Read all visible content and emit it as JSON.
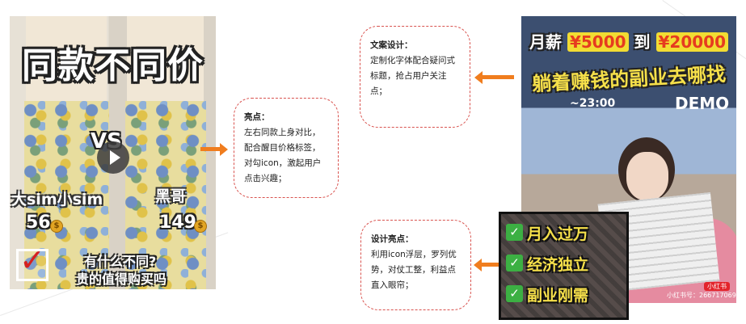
{
  "left_thumb": {
    "title": "同款不同价",
    "vs_label": "VS",
    "left_name": "大sim小sim",
    "right_name": "黑哥",
    "left_price": "56",
    "right_price": "149",
    "coin_symbol": "$",
    "question_line1": "有什么不同?",
    "question_line2": "贵的值得购买吗"
  },
  "card_highlight": {
    "heading": "亮点：",
    "body": "左右同款上身对比，配合醒目价格标签，对勾icon，激起用户点击兴趣；"
  },
  "card_copy": {
    "heading": "文案设计：",
    "body": "定制化字体配合疑问式标题，抢占用户关注点；"
  },
  "card_design": {
    "heading": "设计亮点：",
    "body": "利用icon浮层，罗列优势，对仗工整，利益点直入眼帘；"
  },
  "right_thumb": {
    "title_prefix": "月薪",
    "amount_low": "¥5000",
    "title_to": "到",
    "amount_high": "¥20000",
    "subtitle": "躺着赚钱的副业去哪找",
    "store_hours": "~23:00",
    "store_name": "DEMO",
    "watermark": "小红书号：266717069",
    "badge": "小红书"
  },
  "overlay": {
    "items": [
      "月入过万",
      "经济独立",
      "副业刚需"
    ],
    "check_glyph": "✓"
  },
  "colors": {
    "accent_orange": "#f07d1e",
    "card_border": "#d9534f",
    "check_green": "#3cb043",
    "title_yellow": "#f6e04a"
  }
}
